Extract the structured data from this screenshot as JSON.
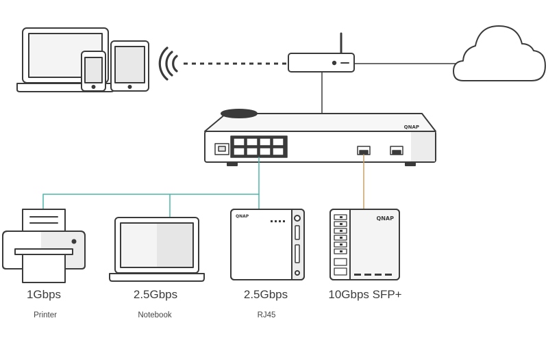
{
  "colors": {
    "outline": "#3a3a3a",
    "fill_light": "#f4f4f4",
    "fill_shade": "#e2e2e2",
    "link_rj45": "#4db6ac",
    "link_sfp": "#c8a06a",
    "link_wan": "#3a3a3a"
  },
  "brand": {
    "switch_label": "QNAP",
    "nas_label": "QNAP"
  },
  "devices": [
    {
      "speed": "1Gbps",
      "label": "Printer",
      "icon": "printer-icon"
    },
    {
      "speed": "2.5Gbps",
      "label": "Notebook",
      "icon": "notebook-icon"
    },
    {
      "speed": "2.5Gbps",
      "label": "RJ45",
      "icon": "nas-rj45-icon"
    },
    {
      "speed": "10Gbps SFP+",
      "label": "",
      "icon": "nas-sfp-icon"
    }
  ],
  "top_icons": [
    "laptop-icon",
    "phone-icon",
    "tablet-icon",
    "wifi-icon",
    "router-icon",
    "cloud-icon"
  ]
}
